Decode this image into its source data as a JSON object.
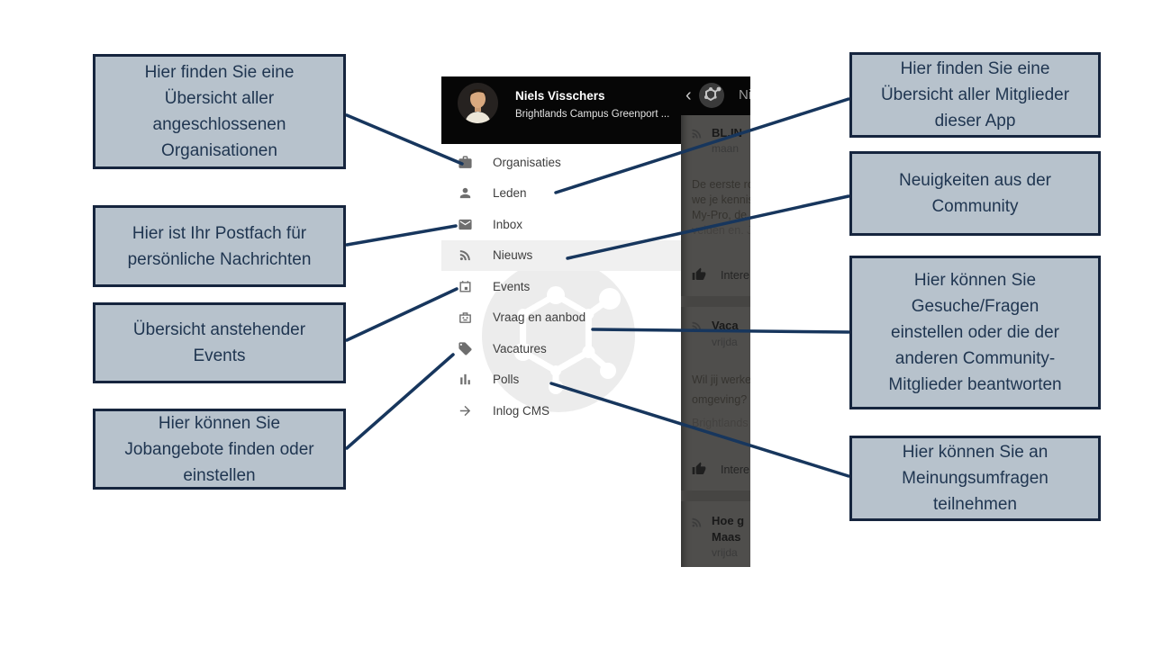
{
  "slide": {
    "callouts_left": [
      {
        "text": "Hier finden Sie eine\nÜbersicht aller\nangeschlossenen\nOrganisationen"
      },
      {
        "text": "Hier ist Ihr Postfach für\npersönliche Nachrichten"
      },
      {
        "text": "Übersicht anstehender\nEvents"
      },
      {
        "text": "Hier können Sie\nJobangebote finden oder\neinstellen"
      }
    ],
    "callouts_right": [
      {
        "text": "Hier finden Sie eine\nÜbersicht aller Mitglieder\ndieser App"
      },
      {
        "text": "Neuigkeiten aus der\nCommunity"
      },
      {
        "text": "Hier können Sie\nGesuche/Fragen\neinstellen oder die der\nanderen Community-\nMitglieder beantworten"
      },
      {
        "text": "Hier können Sie an\nMeinungsumfragen\nteilnehmen"
      }
    ]
  },
  "app": {
    "profile": {
      "name": "Niels Visschers",
      "organization": "Brightlands Campus Greenport ..."
    },
    "toolbar": {
      "back_glyph": "‹",
      "title_partial": "Ni"
    },
    "menu": [
      {
        "label": "Organisaties",
        "icon": "briefcase-icon"
      },
      {
        "label": "Leden",
        "icon": "person-icon"
      },
      {
        "label": "Inbox",
        "icon": "envelope-icon"
      },
      {
        "label": "Nieuws",
        "icon": "rss-icon",
        "selected": true
      },
      {
        "label": "Events",
        "icon": "calendar-icon"
      },
      {
        "label": "Vraag en aanbod",
        "icon": "marketplace-icon"
      },
      {
        "label": "Vacatures",
        "icon": "tag-icon"
      },
      {
        "label": "Polls",
        "icon": "poll-icon"
      },
      {
        "label": "Inlog CMS",
        "icon": "login-arrow-icon"
      }
    ],
    "feed": {
      "items": [
        {
          "title": "BL.IN",
          "date": "maan",
          "body_lines": [
            "De eerste ro",
            "we je kennis",
            "My-Pro, de",
            "velden en. J"
          ],
          "like_label": "Intere"
        },
        {
          "title": "Vaca",
          "date": "vrijda",
          "body_lines": [
            "Wil jij werke",
            "omgeving?",
            "Brightlands"
          ],
          "like_label": "Intere"
        },
        {
          "title": "Hoe g",
          "title_line2": "Maas",
          "date": "vrijda"
        }
      ]
    }
  },
  "colors": {
    "callout_fill": "#b7c2cc",
    "callout_border": "#16253e",
    "callout_text": "#1f3550",
    "connector": "#17365d",
    "header_bg": "#060606",
    "drawer_highlight": "#f0f0f0",
    "scrim_bg": "#4f4e4c"
  }
}
